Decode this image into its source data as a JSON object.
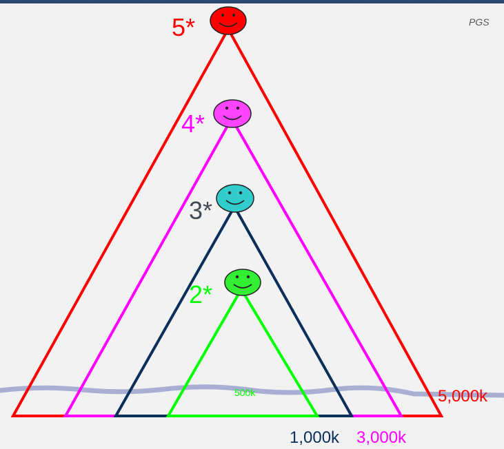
{
  "colors": {
    "header_bar": "#2a4a70",
    "level5": "#ff0000",
    "level4": "#ff00ff",
    "level3": "#0b2f5a",
    "level2": "#00ff00",
    "label3": "#444a55",
    "face5": "#ff0000",
    "face4": "#ff44ff",
    "face3": "#33cccc",
    "face2": "#33ee33",
    "ground_line": "#8f98c8"
  },
  "watermark": "PGS",
  "levels": [
    {
      "rank": "5*",
      "base_label": "5,000k",
      "face_icon": "smiley-red-icon"
    },
    {
      "rank": "4*",
      "base_label": "3,000k",
      "face_icon": "smiley-magenta-icon"
    },
    {
      "rank": "3*",
      "base_label": "1,000k",
      "face_icon": "smiley-cyan-icon"
    },
    {
      "rank": "2*",
      "base_label": "500k",
      "face_icon": "smiley-green-icon"
    }
  ]
}
